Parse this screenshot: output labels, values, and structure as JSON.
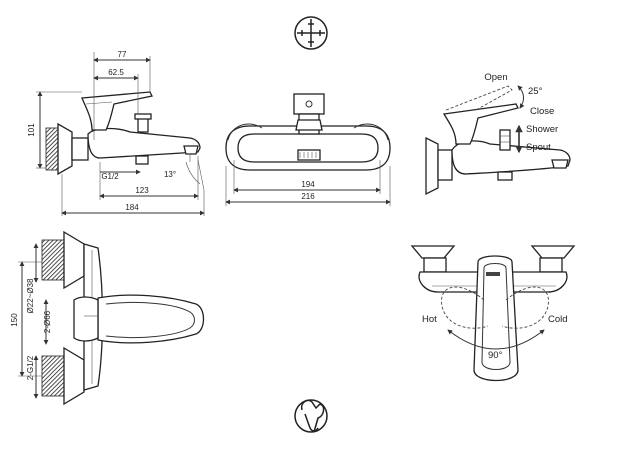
{
  "dimensions": {
    "d77": "77",
    "d62_5": "62.5",
    "d101": "101",
    "dG12": "G1/2",
    "d13deg": "13°",
    "d123": "123",
    "d184": "184",
    "d194": "194",
    "d216": "216",
    "d150": "150",
    "d2G12": "2-G1/2",
    "d22_38": "Ø22~Ø38",
    "d2_66": "2-Ø66"
  },
  "labels": {
    "open": "Open",
    "close": "Close",
    "angle25": "25°",
    "shower": "Shower",
    "spout": "Spout",
    "hot": "Hot",
    "cold": "Cold",
    "angle90": "90°"
  },
  "icons": {
    "top": "cross-valve-icon",
    "bottom": "wrench-hand-icon"
  }
}
